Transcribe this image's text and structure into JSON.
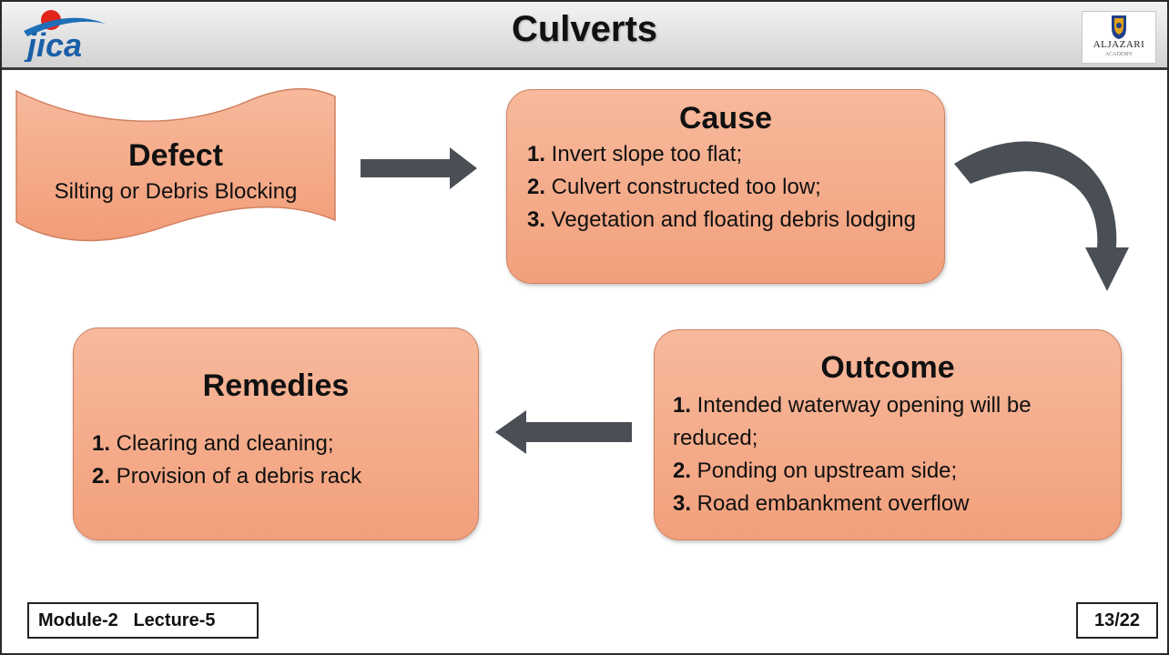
{
  "header": {
    "title": "Culverts",
    "logo_left_text": "jica",
    "logo_right_text": "ALJAZARI",
    "logo_right_sub": "ACADEMY"
  },
  "defect": {
    "title": "Defect",
    "subtitle": "Silting or Debris Blocking"
  },
  "cause": {
    "title": "Cause",
    "items": [
      {
        "num": "1.",
        "text": " Invert slope too flat;"
      },
      {
        "num": "2.",
        "text": " Culvert constructed too low;"
      },
      {
        "num": "3.",
        "text": " Vegetation and floating debris lodging"
      }
    ]
  },
  "outcome": {
    "title": "Outcome",
    "items": [
      {
        "num": "1.",
        "text": " Intended waterway opening will be reduced;"
      },
      {
        "num": "2.",
        "text": " Ponding on upstream side;"
      },
      {
        "num": "3.",
        "text": " Road embankment overflow"
      }
    ]
  },
  "remedies": {
    "title": "Remedies",
    "items": [
      {
        "num": "1.",
        "text": " Clearing and cleaning;"
      },
      {
        "num": "2.",
        "text": " Provision of a debris rack"
      }
    ]
  },
  "footer": {
    "module": "Module-2   Lecture-5",
    "page": "13/22"
  },
  "colors": {
    "box_fill": "#f4a985",
    "arrow": "#4a4f55",
    "header_border": "#3a3a3a"
  }
}
